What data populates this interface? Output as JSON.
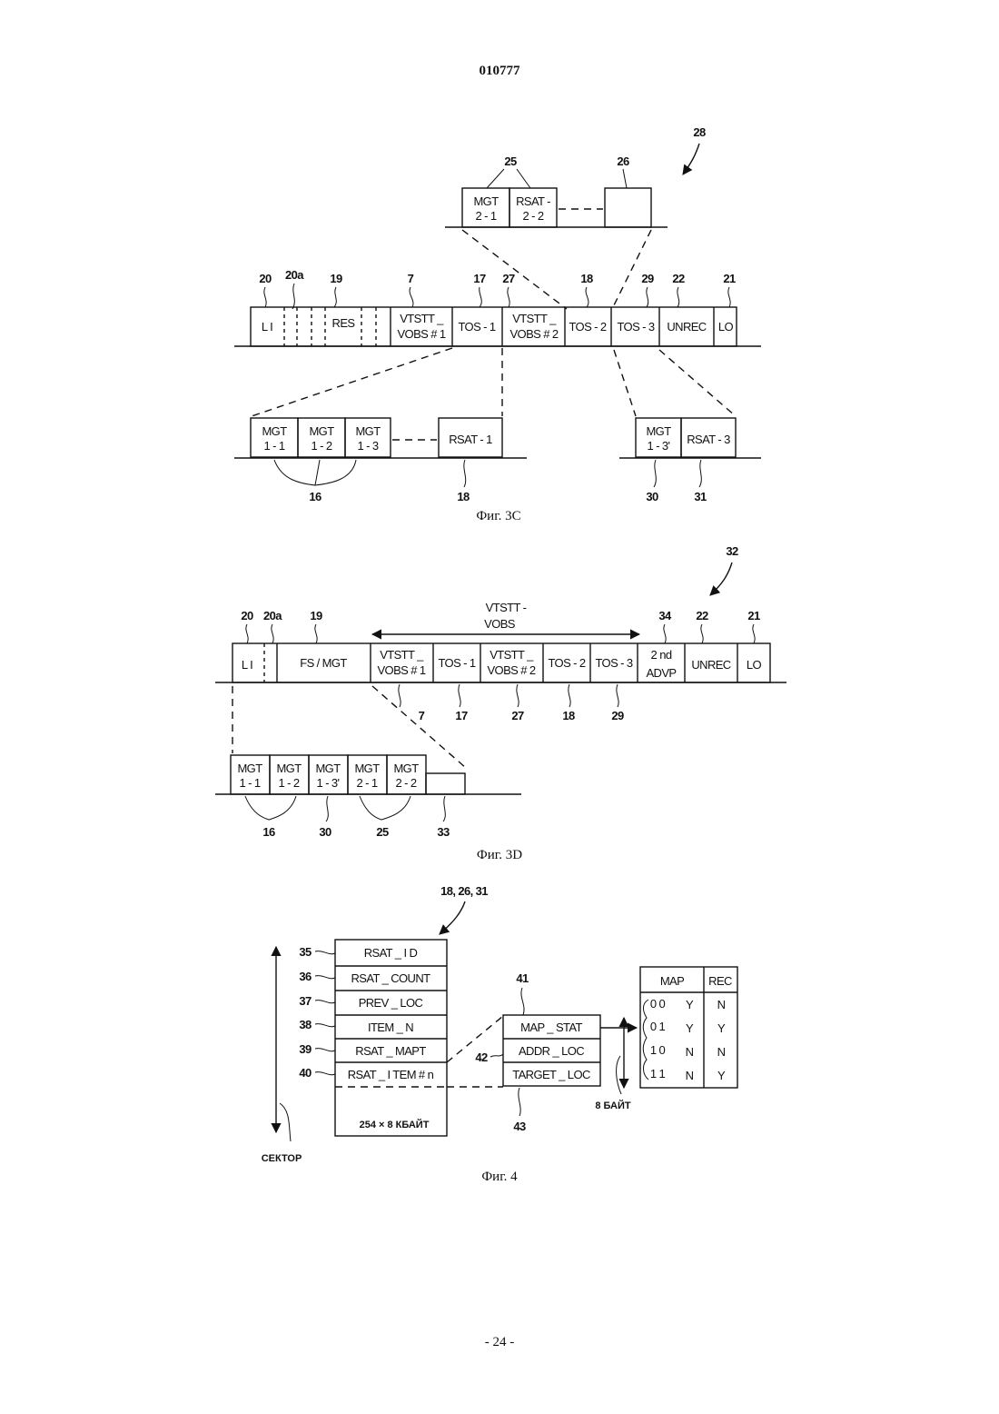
{
  "header": {
    "doc_number": "010777",
    "page_number": "- 24 -"
  },
  "fig3c": {
    "caption": "Фиг. 3C",
    "top": {
      "ref_arrow": "28",
      "ref_group": "25",
      "ref_box": "26",
      "cells": [
        [
          "MGT",
          "2 - 1"
        ],
        [
          "RSAT -",
          "2 - 2"
        ]
      ]
    },
    "main": {
      "cells": {
        "li": "L I",
        "res": "RES",
        "vobs1": [
          "VTSTT _",
          "VOBS # 1"
        ],
        "tos1": "TOS - 1",
        "vobs2": [
          "VTSTT _",
          "VOBS # 2"
        ],
        "tos2": "TOS - 2",
        "tos3": "TOS - 3",
        "unrec": "UNREC",
        "lo": "LO"
      },
      "refs": {
        "li": "20",
        "sep": "20a",
        "res": "19",
        "vobs1": "7",
        "tos1": "17",
        "vobs2": "27",
        "tos2": "18",
        "tos3": "29",
        "unrec": "22",
        "lo": "21"
      }
    },
    "bottom_left": {
      "cells": [
        [
          "MGT",
          "1 - 1"
        ],
        [
          "MGT",
          "1 - 2"
        ],
        [
          "MGT",
          "1 - 3"
        ]
      ],
      "rsat": "RSAT - 1",
      "ref_group": "16",
      "ref_rsat": "18"
    },
    "bottom_right": {
      "cells": [
        [
          "MGT",
          "1 - 3'"
        ]
      ],
      "rsat": "RSAT - 3",
      "ref_mgt": "30",
      "ref_rsat": "31"
    }
  },
  "fig3d": {
    "caption": "Фиг. 3D",
    "ref_arrow": "32",
    "span_label": [
      "VTSTT -",
      "VOBS"
    ],
    "main": {
      "cells": {
        "li": "L I",
        "fs": "FS / MGT",
        "vobs1": [
          "VTSTT _",
          "VOBS # 1"
        ],
        "tos1": "TOS - 1",
        "vobs2": [
          "VTSTT _",
          "VOBS # 2"
        ],
        "tos2": "TOS - 2",
        "tos3": "TOS - 3",
        "advp": [
          "2 nd",
          "ADVP"
        ],
        "unrec": "UNREC",
        "lo": "LO"
      },
      "refs_top": {
        "li": "20",
        "sep": "20a",
        "fs": "19",
        "advp": "34",
        "unrec": "22",
        "lo": "21"
      },
      "refs_bottom": {
        "vobs1": "7",
        "tos1": "17",
        "vobs2": "27",
        "tos2": "18",
        "tos3": "29"
      }
    },
    "bottom": {
      "cells": [
        [
          "MGT",
          "1 - 1"
        ],
        [
          "MGT",
          "1 - 2"
        ],
        [
          "MGT",
          "1 - 3'"
        ],
        [
          "MGT",
          "2 - 1"
        ],
        [
          "MGT",
          "2 - 2"
        ]
      ],
      "refs": {
        "g16": "16",
        "r30": "30",
        "g25": "25",
        "r33": "33"
      }
    }
  },
  "fig4": {
    "caption": "Фиг. 4",
    "ref_arrow": "18, 26, 31",
    "table_rows": [
      "RSAT _ I D",
      "RSAT _ COUNT",
      "PREV _ LOC",
      "ITEM _ N",
      "RSAT _ MAPT",
      "RSAT _ I TEM # n"
    ],
    "row_refs": [
      "35",
      "36",
      "37",
      "38",
      "39",
      "40"
    ],
    "table_footer": "254 × 8 КБАЙТ",
    "sector_label": "СЕКТОР",
    "item_rows": [
      "MAP _ STAT",
      "ADDR _ LOC",
      "TARGET _ LOC"
    ],
    "item_refs": {
      "top": "41",
      "mid": "42",
      "bottom": "43"
    },
    "byte_label": "8 БАЙТ",
    "map_table": {
      "headers": [
        "MAP",
        "REC"
      ],
      "rows": [
        {
          "code": "0 0",
          "map": "Y",
          "rec": "N"
        },
        {
          "code": "0 1",
          "map": "Y",
          "rec": "Y"
        },
        {
          "code": "1 0",
          "map": "N",
          "rec": "N"
        },
        {
          "code": "1 1",
          "map": "N",
          "rec": "Y"
        }
      ]
    }
  }
}
